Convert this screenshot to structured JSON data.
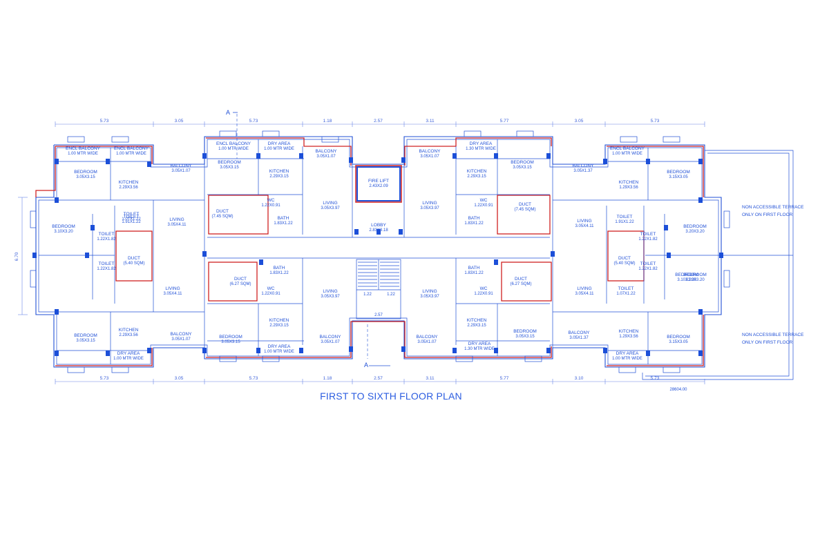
{
  "title": "FIRST TO SIXTH FLOOR PLAN",
  "colors": {
    "line": "#1f4fd6",
    "outline": "#d02020",
    "column": "#1c4fd8",
    "background": "#ffffff"
  },
  "dimensions": {
    "top": [
      "5.73",
      "3.05",
      "5.73",
      "1.18",
      "2.57",
      "3.11",
      "5.77",
      "3.05",
      "5.73"
    ],
    "bottom": [
      "5.73",
      "3.05",
      "5.73",
      "1.18",
      "2.57",
      "3.11",
      "5.77",
      "3.10",
      "5.73"
    ],
    "total": "28604.00"
  },
  "section": {
    "label": "A"
  },
  "terrace_note": {
    "line1": "NON ACCESSIBLE TERRACE",
    "line2": "ONLY ON FIRST FLOOR"
  },
  "rooms": [
    {
      "name": "ENCL BALCONY",
      "size": "1.00 MTR WIDE"
    },
    {
      "name": "ENCL BALCONY",
      "size": "1.00 MTR WIDE"
    },
    {
      "name": "ENCL BALCONY",
      "size": "1.00 MTR WIDE"
    },
    {
      "name": "DRY AREA",
      "size": "1.00 MTR WIDE"
    },
    {
      "name": "BALCONY",
      "size": "3.05X1.07"
    },
    {
      "name": "FIRE LIFT",
      "size": "2.43X2.09"
    },
    {
      "name": "BALCONY",
      "size": "3.05X1.07"
    },
    {
      "name": "DRY AREA",
      "size": "1.30 MTR WIDE"
    },
    {
      "name": "BEDROOM",
      "size": "3.05X3.15"
    },
    {
      "name": "BALCONY",
      "size": "3.05X1.37"
    },
    {
      "name": "ENCL BALCONY",
      "size": "1.00 MTR WIDE"
    },
    {
      "name": "BEDROOM",
      "size": "3.05X3.15"
    },
    {
      "name": "KITCHEN",
      "size": "2.29X3.56"
    },
    {
      "name": "BALCONY",
      "size": "3.05X1.07"
    },
    {
      "name": "BEDROOM",
      "size": "3.05X3.15"
    },
    {
      "name": "KITCHEN",
      "size": "2.29X3.15"
    },
    {
      "name": "KITCHEN",
      "size": "2.29X3.15"
    },
    {
      "name": "KITCHEN",
      "size": "1.29X3.56"
    },
    {
      "name": "BEDROOM",
      "size": "3.15X3.05"
    },
    {
      "name": "BEDROOM",
      "size": "3.10X3.20"
    },
    {
      "name": "LIVING",
      "size": "3.05X4.11"
    },
    {
      "name": "DUCT",
      "size": "(7.45 SQM)"
    },
    {
      "name": "WC",
      "size": "1.22X0.91"
    },
    {
      "name": "BATH",
      "size": "1.83X1.22"
    },
    {
      "name": "LIVING",
      "size": "3.05X3.97"
    },
    {
      "name": "LOBBY",
      "size": "2.83X3.18"
    },
    {
      "name": "LIVING",
      "size": "3.05X3.97"
    },
    {
      "name": "WC",
      "size": "1.22X0.91"
    },
    {
      "name": "BATH",
      "size": "1.83X1.22"
    },
    {
      "name": "DUCT",
      "size": "(7.45 SQM)"
    },
    {
      "name": "LIVING",
      "size": "3.05X4.11"
    },
    {
      "name": "TOILET",
      "size": "1.07X1.22"
    },
    {
      "name": "BEDROOM",
      "size": "3.20X3.20"
    },
    {
      "name": "TOILET",
      "size": "1.91X1.22"
    },
    {
      "name": "TOILET",
      "size": "1.22X1.82"
    },
    {
      "name": "TOILET",
      "size": "1.22X1.82"
    },
    {
      "name": "DUCT",
      "size": "(5.40 SQM)"
    },
    {
      "name": "TOILET",
      "size": "1.22X1.82"
    },
    {
      "name": "TOILET",
      "size": "1.22X1.82"
    },
    {
      "name": "DUCT",
      "size": "(5.40 SQM)"
    },
    {
      "name": "BEDROOM",
      "size": "3.10X3.20"
    },
    {
      "name": "TOILET",
      "size": "1.91X1.22"
    },
    {
      "name": "LIVING",
      "size": "3.05X4.11"
    },
    {
      "name": "DUCT",
      "size": "(6.27 SQM)"
    },
    {
      "name": "BATH",
      "size": "1.83X1.22"
    },
    {
      "name": "WC",
      "size": "1.22X0.91"
    },
    {
      "name": "LIVING",
      "size": "3.05X3.97"
    },
    {
      "name": "LIVING",
      "size": "3.05X3.97"
    },
    {
      "name": "BATH",
      "size": "1.83X1.22"
    },
    {
      "name": "WC",
      "size": "1.22X0.91"
    },
    {
      "name": "DUCT",
      "size": "(6.27 SQM)"
    },
    {
      "name": "LIVING",
      "size": "3.05X4.11"
    },
    {
      "name": "TOILET",
      "size": "1.07X1.22"
    },
    {
      "name": "BEDROOM",
      "size": "3.20X3.20"
    },
    {
      "name": "BEDROOM",
      "size": "3.05X3.15"
    },
    {
      "name": "KITCHEN",
      "size": "2.29X3.56"
    },
    {
      "name": "BALCONY",
      "size": "3.05X1.07"
    },
    {
      "name": "BEDROOM",
      "size": "3.05X3.15"
    },
    {
      "name": "KITCHEN",
      "size": "2.29X3.15"
    },
    {
      "name": "KITCHEN",
      "size": "2.29X3.15"
    },
    {
      "name": "BEDROOM",
      "size": "3.05X3.15"
    },
    {
      "name": "BALCONY",
      "size": "3.05X1.37"
    },
    {
      "name": "KITCHEN",
      "size": "1.29X3.56"
    },
    {
      "name": "BEDROOM",
      "size": "3.15X3.05"
    },
    {
      "name": "DRY AREA",
      "size": "1.00 MTR WIDE"
    },
    {
      "name": "DRY AREA",
      "size": "1.00 MTR WIDE"
    },
    {
      "name": "BALCONY",
      "size": "3.05X1.07"
    },
    {
      "name": "BALCONY",
      "size": "3.05X1.07"
    },
    {
      "name": "DRY AREA",
      "size": "1.30 MTR WIDE"
    },
    {
      "name": "DRY AREA",
      "size": "1.00 MTR WIDE"
    }
  ]
}
